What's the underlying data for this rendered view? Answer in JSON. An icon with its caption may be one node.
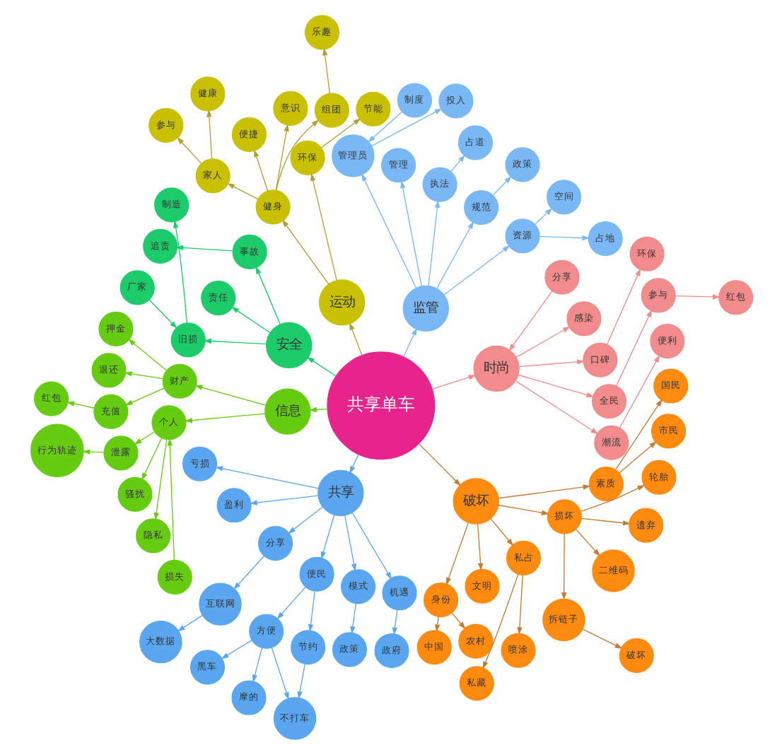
{
  "diagram": {
    "nodes": [
      {
        "text": [
          "共享单车"
        ]
      },
      {
        "text": [
          "时尚"
        ]
      },
      {
        "text": [
          "潮流"
        ]
      },
      {
        "text": [
          "便利"
        ]
      },
      {
        "text": [
          "全民"
        ]
      },
      {
        "text": [
          "参与"
        ]
      },
      {
        "text": [
          "红包"
        ]
      },
      {
        "text": [
          "口碑"
        ]
      },
      {
        "text": [
          "环保"
        ]
      },
      {
        "text": [
          "感染"
        ]
      },
      {
        "text": [
          "分享"
        ]
      },
      {
        "text": [
          "监管"
        ]
      },
      {
        "text": [
          "资源"
        ]
      },
      {
        "text": [
          "占地"
        ]
      },
      {
        "text": [
          "空间"
        ]
      },
      {
        "text": [
          "规范"
        ]
      },
      {
        "text": [
          "政策"
        ]
      },
      {
        "text": [
          "执法"
        ]
      },
      {
        "text": [
          "占道"
        ]
      },
      {
        "text": [
          "管理"
        ]
      },
      {
        "text": [
          "管理员"
        ]
      },
      {
        "text": [
          "投入"
        ]
      },
      {
        "text": [
          "制度"
        ]
      },
      {
        "text": [
          "运动"
        ]
      },
      {
        "text": [
          "环保"
        ]
      },
      {
        "text": [
          "节能"
        ]
      },
      {
        "text": [
          "健身"
        ]
      },
      {
        "text": [
          "组团"
        ]
      },
      {
        "text": [
          "乐趣"
        ]
      },
      {
        "text": [
          "意识"
        ]
      },
      {
        "text": [
          "便捷"
        ]
      },
      {
        "text": [
          "家人"
        ]
      },
      {
        "text": [
          "健康"
        ]
      },
      {
        "text": [
          "参与"
        ]
      },
      {
        "text": [
          "安全"
        ]
      },
      {
        "text": [
          "事故"
        ]
      },
      {
        "text": [
          "追责"
        ]
      },
      {
        "text": [
          "责任"
        ]
      },
      {
        "text": [
          "旧损"
        ]
      },
      {
        "text": [
          "厂家"
        ]
      },
      {
        "text": [
          "制造"
        ]
      },
      {
        "text": [
          "信息"
        ]
      },
      {
        "text": [
          "财产"
        ]
      },
      {
        "text": [
          "押金"
        ]
      },
      {
        "text": [
          "退还"
        ]
      },
      {
        "text": [
          "充值"
        ]
      },
      {
        "text": [
          "红包"
        ]
      },
      {
        "text": [
          "个人"
        ]
      },
      {
        "text": [
          "泄露"
        ]
      },
      {
        "text": [
          "行为轨迹"
        ]
      },
      {
        "text": [
          "骚扰"
        ]
      },
      {
        "text": [
          "隐私"
        ]
      },
      {
        "text": [
          "损失"
        ]
      },
      {
        "text": [
          "共享"
        ]
      },
      {
        "text": [
          "亏损"
        ]
      },
      {
        "text": [
          "盈利"
        ]
      },
      {
        "text": [
          "分享"
        ]
      },
      {
        "text": [
          "互联网"
        ]
      },
      {
        "text": [
          "大数据"
        ]
      },
      {
        "text": [
          "便民"
        ]
      },
      {
        "text": [
          "方便"
        ]
      },
      {
        "text": [
          "黑车"
        ]
      },
      {
        "text": [
          "摩的"
        ]
      },
      {
        "text": [
          "不打车"
        ]
      },
      {
        "text": [
          "节约"
        ]
      },
      {
        "text": [
          "模式"
        ]
      },
      {
        "text": [
          "政策"
        ]
      },
      {
        "text": [
          "机遇"
        ]
      },
      {
        "text": [
          "政府"
        ]
      },
      {
        "text": [
          "破坏"
        ]
      },
      {
        "text": [
          "身份"
        ]
      },
      {
        "text": [
          "中国"
        ]
      },
      {
        "text": [
          "农村"
        ]
      },
      {
        "text": [
          "文明"
        ]
      },
      {
        "text": [
          "私占"
        ]
      },
      {
        "text": [
          "私藏"
        ]
      },
      {
        "text": [
          "喷涂"
        ]
      },
      {
        "text": [
          "损坏"
        ]
      },
      {
        "text": [
          "拆链子"
        ]
      },
      {
        "text": [
          "破坏"
        ]
      },
      {
        "text": [
          "二维码"
        ]
      },
      {
        "text": [
          "遗弃"
        ]
      },
      {
        "text": [
          "轮胎"
        ]
      },
      {
        "text": [
          "素质"
        ]
      },
      {
        "text": [
          "市民"
        ]
      },
      {
        "text": [
          "国民"
        ]
      }
    ],
    "edges": [
      {
        "from": 0,
        "to": 1,
        "arrow": "to",
        "color": "#f28b8b"
      },
      {
        "from": 0,
        "to": 41,
        "arrow": "to",
        "color": "#66cc11"
      },
      {
        "from": 0,
        "to": 53,
        "arrow": "to",
        "color": "#5aa6f0"
      },
      {
        "from": 0,
        "to": 69,
        "arrow": "to",
        "color": "#c87a30"
      },
      {
        "from": 0,
        "to": 34,
        "arrow": "to",
        "color": "#1ccc6a"
      },
      {
        "from": 0,
        "to": 23,
        "arrow": "to",
        "color": "#b0a030"
      },
      {
        "from": 0,
        "to": 11,
        "arrow": "to",
        "color": "#7ab8f5"
      },
      {
        "from": 1,
        "to": 2,
        "arrow": "to",
        "color": "#f28b8b"
      },
      {
        "from": 1,
        "to": 4,
        "arrow": "to",
        "color": "#f28b8b"
      },
      {
        "from": 4,
        "to": 5,
        "arrow": "to",
        "color": "#f28b8b"
      },
      {
        "from": 5,
        "to": 6,
        "arrow": "to",
        "color": "#f28b8b"
      },
      {
        "from": 2,
        "to": 3,
        "arrow": "to",
        "color": "#f28b8b"
      },
      {
        "from": 1,
        "to": 7,
        "arrow": "to",
        "color": "#f28b8b"
      },
      {
        "from": 7,
        "to": 8,
        "arrow": "to",
        "color": "#f28b8b"
      },
      {
        "from": 1,
        "to": 9,
        "arrow": "to",
        "color": "#f28b8b"
      },
      {
        "from": 10,
        "to": 1,
        "arrow": "to",
        "color": "#f28b8b"
      },
      {
        "from": 11,
        "to": 12,
        "arrow": "to",
        "color": "#7ab8f5"
      },
      {
        "from": 12,
        "to": 13,
        "arrow": "to",
        "color": "#7ab8f5"
      },
      {
        "from": 12,
        "to": 14,
        "arrow": "to",
        "color": "#7ab8f5"
      },
      {
        "from": 11,
        "to": 15,
        "arrow": "to",
        "color": "#7ab8f5"
      },
      {
        "from": 15,
        "to": 16,
        "arrow": "to",
        "color": "#7ab8f5"
      },
      {
        "from": 11,
        "to": 17,
        "arrow": "to",
        "color": "#7ab8f5"
      },
      {
        "from": 17,
        "to": 18,
        "arrow": "to",
        "color": "#7ab8f5"
      },
      {
        "from": 11,
        "to": 19,
        "arrow": "to",
        "color": "#7ab8f5"
      },
      {
        "from": 11,
        "to": 20,
        "arrow": "to",
        "color": "#7ab8f5"
      },
      {
        "from": 20,
        "to": 21,
        "arrow": "to",
        "color": "#7ab8f5"
      },
      {
        "from": 22,
        "to": 20,
        "arrow": "to",
        "color": "#7ab8f5"
      },
      {
        "from": 23,
        "to": 24,
        "arrow": "to",
        "color": "#b0a030"
      },
      {
        "from": 24,
        "to": 25,
        "arrow": "to",
        "color": "#b0a030"
      },
      {
        "from": 23,
        "to": 26,
        "arrow": "to",
        "color": "#b0a030"
      },
      {
        "from": 26,
        "to": 27,
        "arrow": "to",
        "color": "#b0a030"
      },
      {
        "from": 27,
        "to": 28,
        "arrow": "to",
        "color": "#b0a030"
      },
      {
        "from": 26,
        "to": 29,
        "arrow": "to",
        "color": "#b0a030"
      },
      {
        "from": 26,
        "to": 30,
        "arrow": "to",
        "color": "#b0a030"
      },
      {
        "from": 26,
        "to": 31,
        "arrow": "to",
        "color": "#b0a030"
      },
      {
        "from": 31,
        "to": 32,
        "arrow": "to",
        "color": "#b0a030"
      },
      {
        "from": 31,
        "to": 33,
        "arrow": "to",
        "color": "#b0a030"
      },
      {
        "from": 34,
        "to": 35,
        "arrow": "to",
        "color": "#1ccc6a"
      },
      {
        "from": 35,
        "to": 36,
        "arrow": "to",
        "color": "#1ccc6a"
      },
      {
        "from": 34,
        "to": 37,
        "arrow": "to",
        "color": "#1ccc6a"
      },
      {
        "from": 34,
        "to": 38,
        "arrow": "to",
        "color": "#1ccc6a"
      },
      {
        "from": 39,
        "to": 38,
        "arrow": "to",
        "color": "#1ccc6a"
      },
      {
        "from": 38,
        "to": 40,
        "arrow": "to",
        "color": "#1ccc6a"
      },
      {
        "from": 41,
        "to": 42,
        "arrow": "to",
        "color": "#66cc11"
      },
      {
        "from": 42,
        "to": 43,
        "arrow": "to",
        "color": "#66cc11"
      },
      {
        "from": 42,
        "to": 44,
        "arrow": "to",
        "color": "#66cc11"
      },
      {
        "from": 42,
        "to": 45,
        "arrow": "to",
        "color": "#66cc11"
      },
      {
        "from": 45,
        "to": 46,
        "arrow": "to",
        "color": "#66cc11"
      },
      {
        "from": 41,
        "to": 47,
        "arrow": "to",
        "color": "#66cc11"
      },
      {
        "from": 47,
        "to": 48,
        "arrow": "to",
        "color": "#66cc11"
      },
      {
        "from": 48,
        "to": 49,
        "arrow": "to",
        "color": "#66cc11"
      },
      {
        "from": 47,
        "to": 50,
        "arrow": "to",
        "color": "#66cc11"
      },
      {
        "from": 47,
        "to": 51,
        "arrow": "to",
        "color": "#66cc11"
      },
      {
        "from": 52,
        "to": 47,
        "arrow": "to",
        "color": "#66cc11"
      },
      {
        "from": 53,
        "to": 54,
        "arrow": "to",
        "color": "#5aa6f0"
      },
      {
        "from": 53,
        "to": 55,
        "arrow": "to",
        "color": "#5aa6f0"
      },
      {
        "from": 53,
        "to": 56,
        "arrow": "to",
        "color": "#5aa6f0"
      },
      {
        "from": 56,
        "to": 57,
        "arrow": "to",
        "color": "#5aa6f0"
      },
      {
        "from": 57,
        "to": 58,
        "arrow": "to",
        "color": "#5aa6f0"
      },
      {
        "from": 53,
        "to": 59,
        "arrow": "to",
        "color": "#5aa6f0"
      },
      {
        "from": 59,
        "to": 60,
        "arrow": "to",
        "color": "#5aa6f0"
      },
      {
        "from": 60,
        "to": 61,
        "arrow": "to",
        "color": "#5aa6f0"
      },
      {
        "from": 60,
        "to": 62,
        "arrow": "to",
        "color": "#5aa6f0"
      },
      {
        "from": 60,
        "to": 63,
        "arrow": "to",
        "color": "#5aa6f0"
      },
      {
        "from": 59,
        "to": 64,
        "arrow": "to",
        "color": "#5aa6f0"
      },
      {
        "from": 64,
        "to": 63,
        "arrow": "to",
        "color": "#5aa6f0"
      },
      {
        "from": 53,
        "to": 65,
        "arrow": "to",
        "color": "#5aa6f0"
      },
      {
        "from": 65,
        "to": 66,
        "arrow": "to",
        "color": "#5aa6f0"
      },
      {
        "from": 53,
        "to": 67,
        "arrow": "to",
        "color": "#5aa6f0"
      },
      {
        "from": 67,
        "to": 68,
        "arrow": "to",
        "color": "#5aa6f0"
      },
      {
        "from": 69,
        "to": 70,
        "arrow": "to",
        "color": "#c87a30"
      },
      {
        "from": 70,
        "to": 71,
        "arrow": "to",
        "color": "#c87a30"
      },
      {
        "from": 70,
        "to": 72,
        "arrow": "to",
        "color": "#c87a30"
      },
      {
        "from": 69,
        "to": 73,
        "arrow": "to",
        "color": "#c87a30"
      },
      {
        "from": 69,
        "to": 74,
        "arrow": "to",
        "color": "#c87a30"
      },
      {
        "from": 74,
        "to": 75,
        "arrow": "to",
        "color": "#c87a30"
      },
      {
        "from": 74,
        "to": 76,
        "arrow": "to",
        "color": "#c87a30"
      },
      {
        "from": 69,
        "to": 77,
        "arrow": "to",
        "color": "#c87a30"
      },
      {
        "from": 77,
        "to": 78,
        "arrow": "to",
        "color": "#c87a30"
      },
      {
        "from": 78,
        "to": 79,
        "arrow": "to",
        "color": "#c87a30"
      },
      {
        "from": 77,
        "to": 80,
        "arrow": "to",
        "color": "#c87a30"
      },
      {
        "from": 77,
        "to": 81,
        "arrow": "to",
        "color": "#c87a30"
      },
      {
        "from": 77,
        "to": 82,
        "arrow": "to",
        "color": "#c87a30"
      },
      {
        "from": 69,
        "to": 83,
        "arrow": "to",
        "color": "#c87a30"
      },
      {
        "from": 83,
        "to": 84,
        "arrow": "to",
        "color": "#c87a30"
      },
      {
        "from": 83,
        "to": 85,
        "arrow": "to",
        "color": "#c87a30"
      }
    ]
  }
}
